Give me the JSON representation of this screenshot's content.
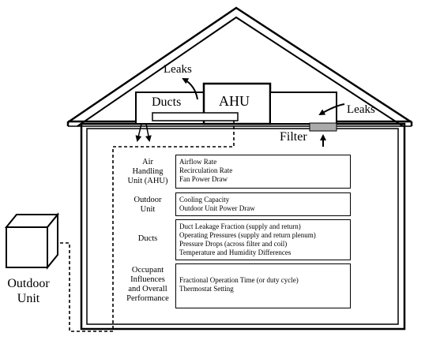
{
  "labels": {
    "leaks_left": "Leaks",
    "leaks_right": "Leaks",
    "ducts": "Ducts",
    "ahu": "AHU",
    "filter": "Filter",
    "outdoor_unit_line1": "Outdoor",
    "outdoor_unit_line2": "Unit"
  },
  "components": [
    {
      "label_lines": [
        "Air",
        "Handling",
        "Unit (AHU)"
      ],
      "metrics": [
        "Airflow Rate",
        "Recirculation Rate",
        "Fan Power Draw"
      ]
    },
    {
      "label_lines": [
        "Outdoor",
        "Unit"
      ],
      "metrics": [
        "Cooling Capacity",
        "Outdoor Unit Power Draw"
      ]
    },
    {
      "label_lines": [
        "Ducts"
      ],
      "metrics": [
        "Duct Leakage Fraction (supply and return)",
        "Operating Pressures (supply and return plenum)",
        "Pressure Drops (across filter and coil)",
        "Temperature and Humidity Differences"
      ]
    },
    {
      "label_lines": [
        "Occupant",
        "Influences",
        "and Overall",
        "Performance"
      ],
      "metrics": [
        "Fractional Operation Time (or duty cycle)",
        "Thermostat Setting"
      ]
    }
  ]
}
